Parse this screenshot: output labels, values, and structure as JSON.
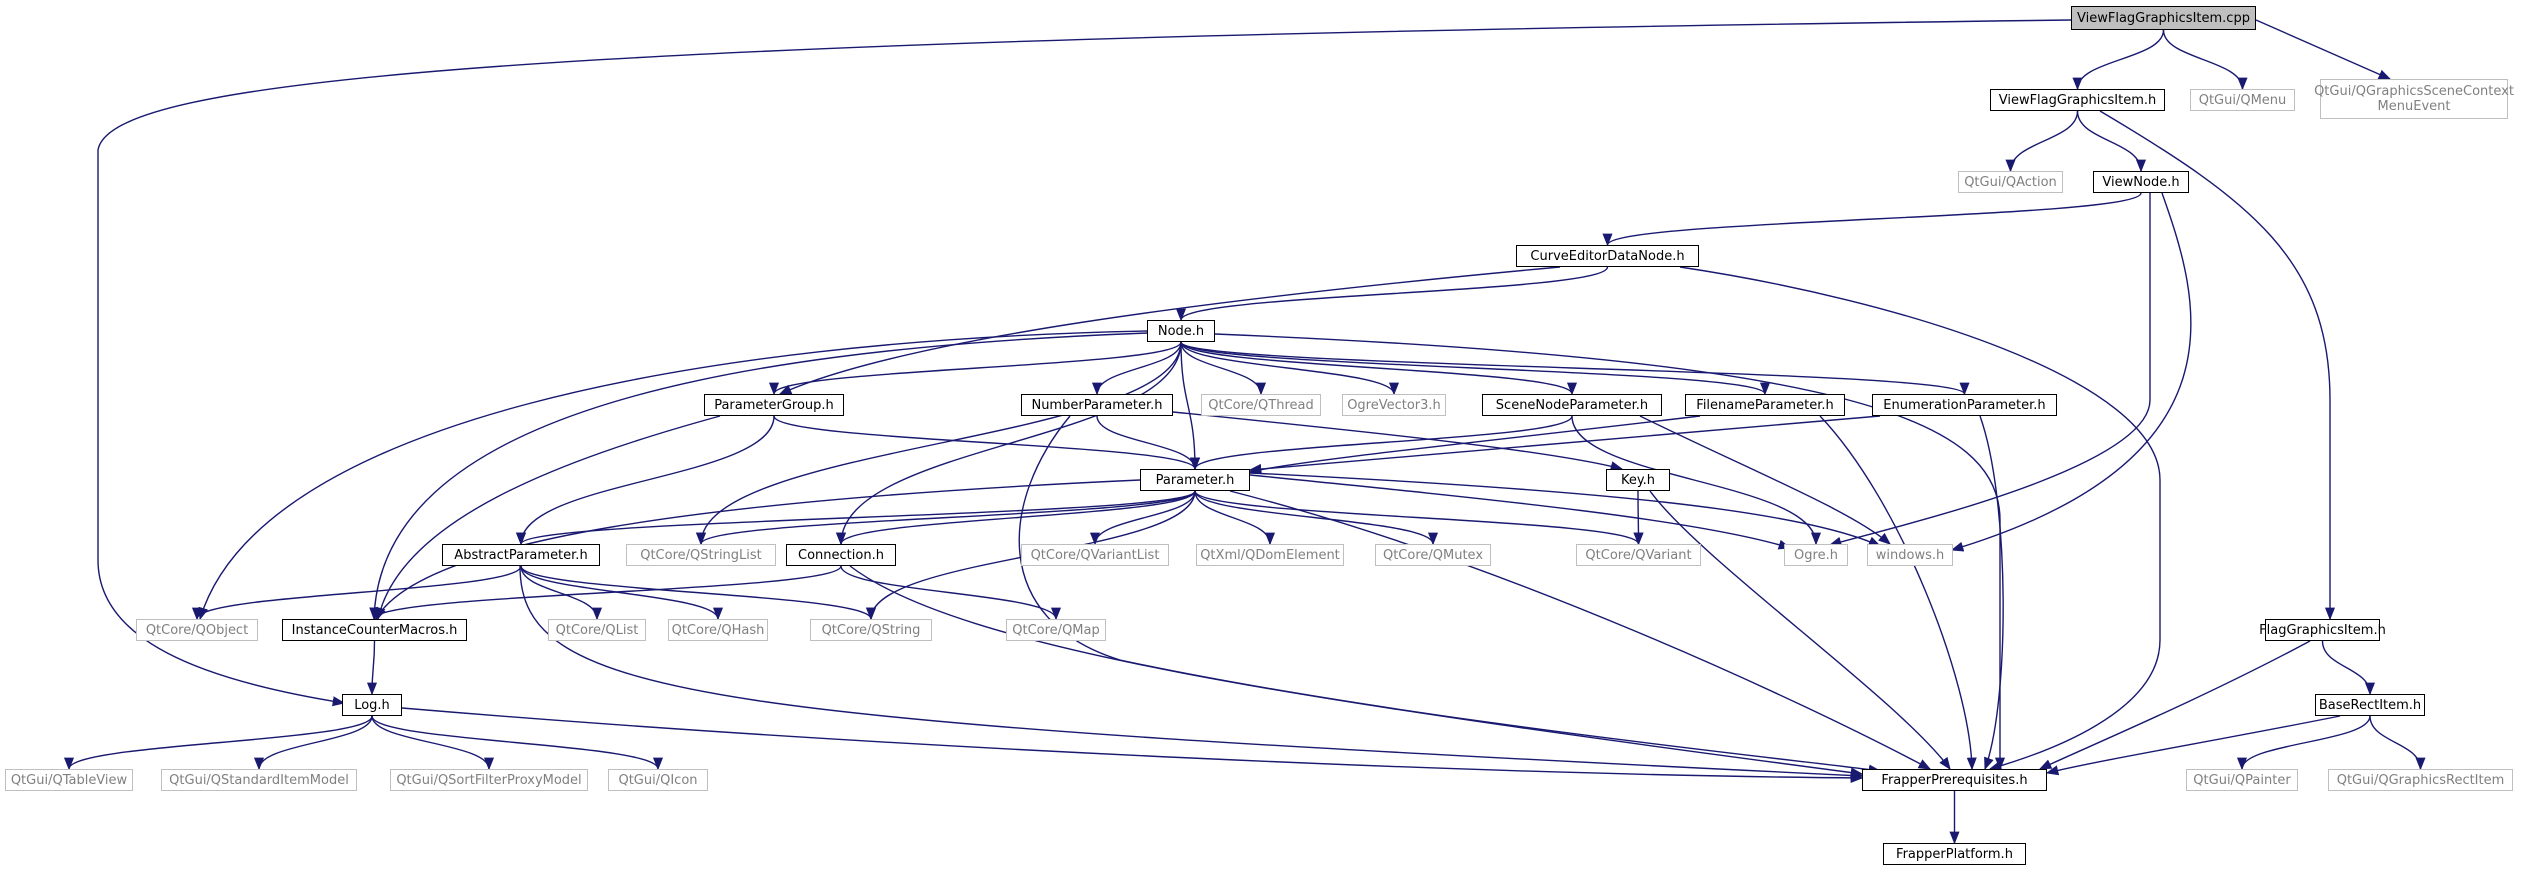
{
  "graph": {
    "edge_color": "#191970",
    "root_fill": "#bfbfbf",
    "external_border": "#bfbfbf",
    "external_text": "#808080",
    "nodes": [
      {
        "id": "root",
        "label": "ViewFlagGraphicsItem.cpp",
        "kind": "root"
      },
      {
        "id": "vfgi_h",
        "label": "ViewFlagGraphicsItem.h",
        "kind": "local"
      },
      {
        "id": "qmenu",
        "label": "QtGui/QMenu",
        "kind": "external"
      },
      {
        "id": "qgscme",
        "label": "QtGui/QGraphicsSceneContext\nMenuEvent",
        "kind": "external"
      },
      {
        "id": "qaction",
        "label": "QtGui/QAction",
        "kind": "external"
      },
      {
        "id": "viewnode",
        "label": "ViewNode.h",
        "kind": "local"
      },
      {
        "id": "cedn",
        "label": "CurveEditorDataNode.h",
        "kind": "local"
      },
      {
        "id": "node",
        "label": "Node.h",
        "kind": "local"
      },
      {
        "id": "pgroup",
        "label": "ParameterGroup.h",
        "kind": "local"
      },
      {
        "id": "numparam",
        "label": "NumberParameter.h",
        "kind": "local"
      },
      {
        "id": "qthread",
        "label": "QtCore/QThread",
        "kind": "external"
      },
      {
        "id": "ogrevec",
        "label": "OgreVector3.h",
        "kind": "external"
      },
      {
        "id": "snparam",
        "label": "SceneNodeParameter.h",
        "kind": "local"
      },
      {
        "id": "fnparam",
        "label": "FilenameParameter.h",
        "kind": "local"
      },
      {
        "id": "enparam",
        "label": "EnumerationParameter.h",
        "kind": "local"
      },
      {
        "id": "param",
        "label": "Parameter.h",
        "kind": "local"
      },
      {
        "id": "keyh",
        "label": "Key.h",
        "kind": "local"
      },
      {
        "id": "absparam",
        "label": "AbstractParameter.h",
        "kind": "local"
      },
      {
        "id": "qstrlist",
        "label": "QtCore/QStringList",
        "kind": "external"
      },
      {
        "id": "connection",
        "label": "Connection.h",
        "kind": "local"
      },
      {
        "id": "qvarlist",
        "label": "QtCore/QVariantList",
        "kind": "external"
      },
      {
        "id": "qdom",
        "label": "QtXml/QDomElement",
        "kind": "external"
      },
      {
        "id": "qmutex",
        "label": "QtCore/QMutex",
        "kind": "external"
      },
      {
        "id": "qvariant",
        "label": "QtCore/QVariant",
        "kind": "external"
      },
      {
        "id": "ogreh",
        "label": "Ogre.h",
        "kind": "external"
      },
      {
        "id": "windows",
        "label": "windows.h",
        "kind": "external"
      },
      {
        "id": "qobject",
        "label": "QtCore/QObject",
        "kind": "external"
      },
      {
        "id": "icm",
        "label": "InstanceCounterMacros.h",
        "kind": "local"
      },
      {
        "id": "qlist",
        "label": "QtCore/QList",
        "kind": "external"
      },
      {
        "id": "qhash",
        "label": "QtCore/QHash",
        "kind": "external"
      },
      {
        "id": "qstring",
        "label": "QtCore/QString",
        "kind": "external"
      },
      {
        "id": "qmap",
        "label": "QtCore/QMap",
        "kind": "external"
      },
      {
        "id": "fgi",
        "label": "FlagGraphicsItem.h",
        "kind": "local"
      },
      {
        "id": "logh",
        "label": "Log.h",
        "kind": "local"
      },
      {
        "id": "bri",
        "label": "BaseRectItem.h",
        "kind": "local"
      },
      {
        "id": "qtableview",
        "label": "QtGui/QTableView",
        "kind": "external"
      },
      {
        "id": "qsim",
        "label": "QtGui/QStandardItemModel",
        "kind": "external"
      },
      {
        "id": "qsfpm",
        "label": "QtGui/QSortFilterProxyModel",
        "kind": "external"
      },
      {
        "id": "qicon",
        "label": "QtGui/QIcon",
        "kind": "external"
      },
      {
        "id": "fprereq",
        "label": "FrapperPrerequisites.h",
        "kind": "local"
      },
      {
        "id": "qpainter",
        "label": "QtGui/QPainter",
        "kind": "external"
      },
      {
        "id": "qgri",
        "label": "QtGui/QGraphicsRectItem",
        "kind": "external"
      },
      {
        "id": "fplatform",
        "label": "FrapperPlatform.h",
        "kind": "local"
      }
    ],
    "edges": [
      [
        "root",
        "vfgi_h"
      ],
      [
        "root",
        "qmenu"
      ],
      [
        "root",
        "qgscme"
      ],
      [
        "root",
        "logh"
      ],
      [
        "vfgi_h",
        "qaction"
      ],
      [
        "vfgi_h",
        "viewnode"
      ],
      [
        "vfgi_h",
        "fgi"
      ],
      [
        "viewnode",
        "cedn"
      ],
      [
        "viewnode",
        "ogreh"
      ],
      [
        "viewnode",
        "windows"
      ],
      [
        "cedn",
        "node"
      ],
      [
        "cedn",
        "pgroup"
      ],
      [
        "cedn",
        "fprereq"
      ],
      [
        "node",
        "pgroup"
      ],
      [
        "node",
        "numparam"
      ],
      [
        "node",
        "qthread"
      ],
      [
        "node",
        "ogrevec"
      ],
      [
        "node",
        "snparam"
      ],
      [
        "node",
        "fnparam"
      ],
      [
        "node",
        "enparam"
      ],
      [
        "node",
        "param"
      ],
      [
        "node",
        "qstrlist"
      ],
      [
        "node",
        "connection"
      ],
      [
        "node",
        "qobject"
      ],
      [
        "node",
        "icm"
      ],
      [
        "node",
        "fprereq"
      ],
      [
        "pgroup",
        "param"
      ],
      [
        "pgroup",
        "absparam"
      ],
      [
        "pgroup",
        "icm"
      ],
      [
        "numparam",
        "param"
      ],
      [
        "numparam",
        "keyh"
      ],
      [
        "numparam",
        "fprereq"
      ],
      [
        "snparam",
        "param"
      ],
      [
        "snparam",
        "ogreh"
      ],
      [
        "snparam",
        "windows"
      ],
      [
        "fnparam",
        "param"
      ],
      [
        "fnparam",
        "fprereq"
      ],
      [
        "enparam",
        "param"
      ],
      [
        "enparam",
        "fprereq"
      ],
      [
        "param",
        "absparam"
      ],
      [
        "param",
        "qstrlist"
      ],
      [
        "param",
        "connection"
      ],
      [
        "param",
        "qvarlist"
      ],
      [
        "param",
        "qdom"
      ],
      [
        "param",
        "qmutex"
      ],
      [
        "param",
        "qvariant"
      ],
      [
        "param",
        "ogreh"
      ],
      [
        "param",
        "windows"
      ],
      [
        "param",
        "icm"
      ],
      [
        "param",
        "qstring"
      ],
      [
        "param",
        "fprereq"
      ],
      [
        "keyh",
        "qvariant"
      ],
      [
        "keyh",
        "fprereq"
      ],
      [
        "absparam",
        "qobject"
      ],
      [
        "absparam",
        "qlist"
      ],
      [
        "absparam",
        "qhash"
      ],
      [
        "absparam",
        "qstring"
      ],
      [
        "absparam",
        "fprereq"
      ],
      [
        "connection",
        "icm"
      ],
      [
        "connection",
        "qmap"
      ],
      [
        "connection",
        "fprereq"
      ],
      [
        "icm",
        "logh"
      ],
      [
        "logh",
        "qtableview"
      ],
      [
        "logh",
        "qsim"
      ],
      [
        "logh",
        "qsfpm"
      ],
      [
        "logh",
        "qicon"
      ],
      [
        "logh",
        "fprereq"
      ],
      [
        "fgi",
        "bri"
      ],
      [
        "fgi",
        "fprereq"
      ],
      [
        "bri",
        "qpainter"
      ],
      [
        "bri",
        "qgri"
      ],
      [
        "bri",
        "fprereq"
      ],
      [
        "fprereq",
        "fplatform"
      ]
    ]
  }
}
